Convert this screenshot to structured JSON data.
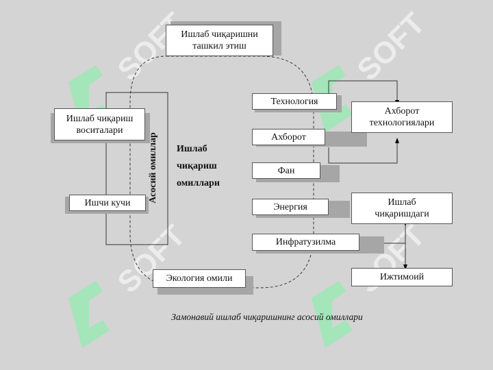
{
  "title_box": "Ишлаб чиқаришни\nташкил этиш",
  "left_boxes": {
    "means": "Ишлаб чиқариш\nвоситалари",
    "labor": "Ишчи кучи"
  },
  "vertical_label": "Асосий омиллар",
  "center_label": {
    "line1": "Ишлаб",
    "line2": "чиқариш",
    "line3": "омиллари"
  },
  "right_list": [
    "Технология",
    "Ахборот",
    "Фан",
    "Энергия",
    "Инфратузилма"
  ],
  "far_right": {
    "info_tech": "Ахборот\nтехнологиялари",
    "production": "Ишлаб\nчиқаришдаги",
    "social": "Ижтимоий"
  },
  "ecology": "Экология омили",
  "caption": "Замонавий ишлаб чиқаришнинг асосий омиллари",
  "watermark": "SOFT"
}
